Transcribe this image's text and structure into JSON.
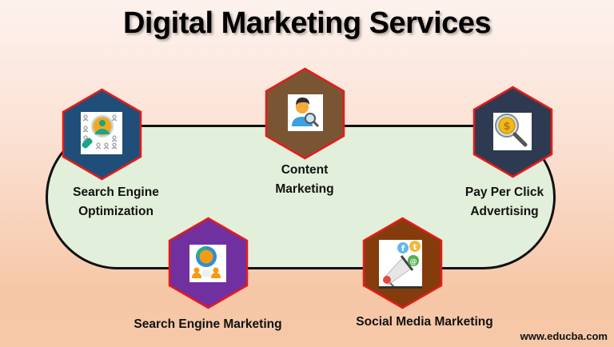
{
  "title": "Digital Marketing Services",
  "watermark": "www.educba.com",
  "colors": {
    "background_top": "#fdf2ee",
    "background_bottom": "#f6c7a6",
    "track_fill": "#e2efda",
    "track_border": "#111111",
    "hex_border": "#e51b1b"
  },
  "services": [
    {
      "id": "seo",
      "label_line1": "Search Engine",
      "label_line2": "Optimization",
      "hex_color": "#1f4e79",
      "icon": "seo-magnifier-person-icon"
    },
    {
      "id": "content",
      "label_line1": "Content",
      "label_line2": "Marketing",
      "hex_color": "#7a5534",
      "icon": "person-search-icon"
    },
    {
      "id": "ppc",
      "label_line1": "Pay Per Click",
      "label_line2": "Advertising",
      "hex_color": "#2e3a52",
      "icon": "dollar-magnifier-icon"
    },
    {
      "id": "sem",
      "label_line1": "Search Engine Marketing",
      "label_line2": "",
      "hex_color": "#7030a0",
      "icon": "globe-people-icon"
    },
    {
      "id": "smm",
      "label_line1": "Social Media Marketing",
      "label_line2": "",
      "hex_color": "#843c0c",
      "icon": "megaphone-social-icon"
    }
  ]
}
